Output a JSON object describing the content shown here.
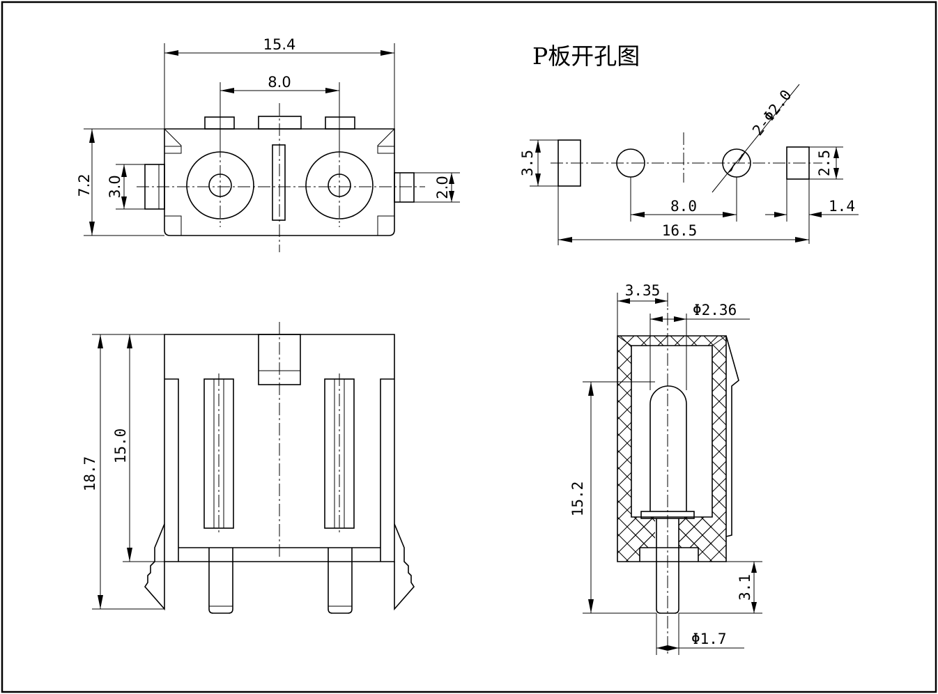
{
  "title": "P板开孔图",
  "top_view": {
    "overall_width": "15.4",
    "pin_pitch": "8.0",
    "height": "7.2",
    "left_tab_height": "3.0",
    "right_tab_height": "2.0"
  },
  "hole_pattern": {
    "left_slot_height": "3.5",
    "hole_spec": "2-Φ2.0",
    "right_slot_height": "2.5",
    "hole_pitch": "8.0",
    "slot_width": "1.4",
    "overall_span": "16.5"
  },
  "front_view": {
    "total_height": "18.7",
    "body_height": "15.0"
  },
  "section_view": {
    "offset": "3.35",
    "pin_head_diameter": "Φ2.36",
    "inner_height": "15.2",
    "pin_protrusion": "3.1",
    "pin_diameter": "Φ1.7"
  }
}
